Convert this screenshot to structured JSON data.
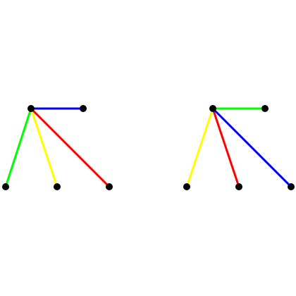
{
  "colors": {
    "background": "#ffffff",
    "node": "#000000",
    "green": "#00ff00",
    "yellow": "#ffff00",
    "red": "#ff0000",
    "blue": "#0000ff"
  },
  "graphs": [
    {
      "id": "left-star",
      "hub": "hub",
      "leaves": [
        {
          "id": "top-right",
          "edge_color": "blue"
        },
        {
          "id": "bottom-1",
          "edge_color": "green"
        },
        {
          "id": "bottom-2",
          "edge_color": "yellow"
        },
        {
          "id": "bottom-3",
          "edge_color": "red"
        }
      ]
    },
    {
      "id": "right-star",
      "hub": "hub",
      "leaves": [
        {
          "id": "top-right",
          "edge_color": "green"
        },
        {
          "id": "bottom-1",
          "edge_color": "yellow"
        },
        {
          "id": "bottom-2",
          "edge_color": "red"
        },
        {
          "id": "bottom-3",
          "edge_color": "blue"
        }
      ]
    }
  ]
}
